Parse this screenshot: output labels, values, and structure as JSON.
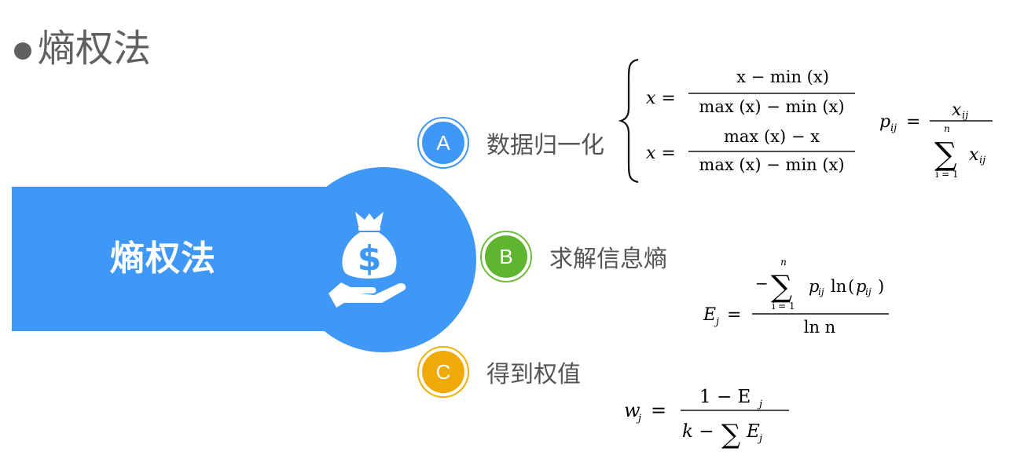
{
  "slide": {
    "title": "熵权法"
  },
  "hero": {
    "label": "熵权法",
    "icon": "money-bag-hand-icon",
    "color": "#3f97f6"
  },
  "steps": [
    {
      "badge": "A",
      "label": "数据归一化",
      "color": "#3f97f6"
    },
    {
      "badge": "B",
      "label": "求解信息熵",
      "color": "#5fb530"
    },
    {
      "badge": "C",
      "label": "得到权值",
      "color": "#eeaa08"
    }
  ],
  "formulas": {
    "normalize_pos": {
      "lhs": "x =",
      "num": "x − min (x)",
      "den": "max (x) − min (x)"
    },
    "normalize_neg": {
      "lhs": "x =",
      "num": "max (x) − x",
      "den": "max (x) − min (x)"
    },
    "proportion": {
      "lhs": "p",
      "lhs_sub": "ij",
      "eq": "=",
      "num": "x",
      "num_sub": "ij",
      "sum_top": "n",
      "sum_bottom": "i = 1",
      "den": "x",
      "den_sub": "ij"
    },
    "entropy": {
      "lhs": "E",
      "lhs_sub": "j",
      "eq": "=",
      "minus": "−",
      "sum_top": "n",
      "sum_bottom": "i = 1",
      "num_term": "p",
      "num_term_sub": "ij",
      "ln": "ln",
      "paren_arg": "p",
      "paren_arg_sub": "ij",
      "den": "ln n"
    },
    "weight": {
      "lhs": "w",
      "lhs_sub": "j",
      "eq": "=",
      "num": "1 − E",
      "num_sub": "j",
      "den_k": "k −",
      "den_sum": "∑",
      "den_E": "E",
      "den_E_sub": "j"
    }
  }
}
